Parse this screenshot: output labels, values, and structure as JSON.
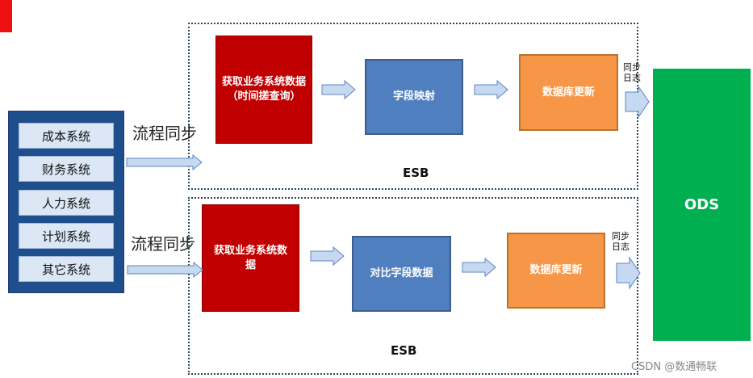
{
  "colors": {
    "red_tab": "#ee1111",
    "panel": "#1f4e8c",
    "proc_red": "#c00000",
    "proc_blue": "#4f7fbf",
    "proc_orange": "#f79646",
    "ods": "#00b050",
    "arrow_fill": "#c6d9f1",
    "arrow_stroke": "#5b86c2"
  },
  "systems": [
    "成本系统",
    "财务系统",
    "人力系统",
    "计划系统",
    "其它系统"
  ],
  "flow_labels": {
    "top": "流程同步",
    "bottom": "流程同步"
  },
  "top_flow": {
    "fetch": "获取业务系统数据\n（时间搓查询）",
    "map": "字段映射",
    "update": "数据库更新",
    "log": "同步日志",
    "esb": "ESB"
  },
  "bottom_flow": {
    "fetch": "获取业务系统数据",
    "compare": "对比字段数据",
    "update": "数据库更新",
    "log": "同步日志",
    "esb": "ESB"
  },
  "ods": "ODS",
  "watermark": "CSDN @数通畅联"
}
